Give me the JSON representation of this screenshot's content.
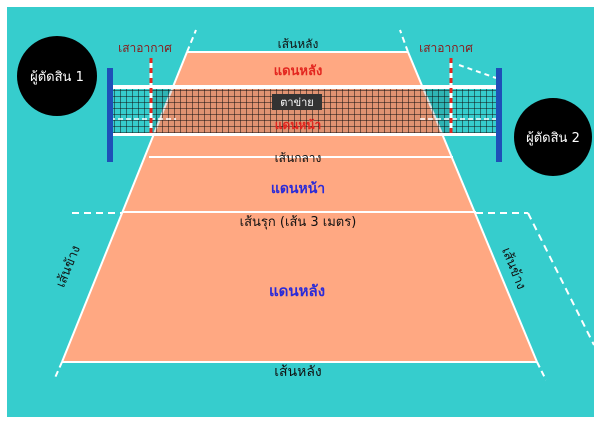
{
  "diagram": {
    "colors": {
      "background": "#36CDCD",
      "court": "#FFA882",
      "lines": "#FFFFFF",
      "net_mesh": "#111111",
      "pole": "#1E4FB8",
      "referee": "#000000",
      "red_text": "#E3261F",
      "blue_text": "#2B2BD8",
      "dark_text": "#111111"
    },
    "labels": {
      "back_line_top": "เส้นหลัง",
      "antenna_left": "เสาอากาศ",
      "antenna_right": "เสาอากาศ",
      "back_zone_far": "แดนหลัง",
      "net_mesh": "ตาข่าย",
      "front_zone_far_hidden": "แดนหน้า",
      "center_line": "เส้นกลาง",
      "front_zone_near": "แดนหน้า",
      "attack_line": "เส้นรุก (เส้น 3 เมตร)",
      "back_zone_near": "แดนหลัง",
      "back_line_bottom": "เส้นหลัง",
      "side_line_left": "เส้นข้าง",
      "side_line_right": "เส้นข้าง",
      "referee_1": "ผู้ตัดสิน 1",
      "referee_2": "ผู้ตัดสิน 2"
    }
  }
}
